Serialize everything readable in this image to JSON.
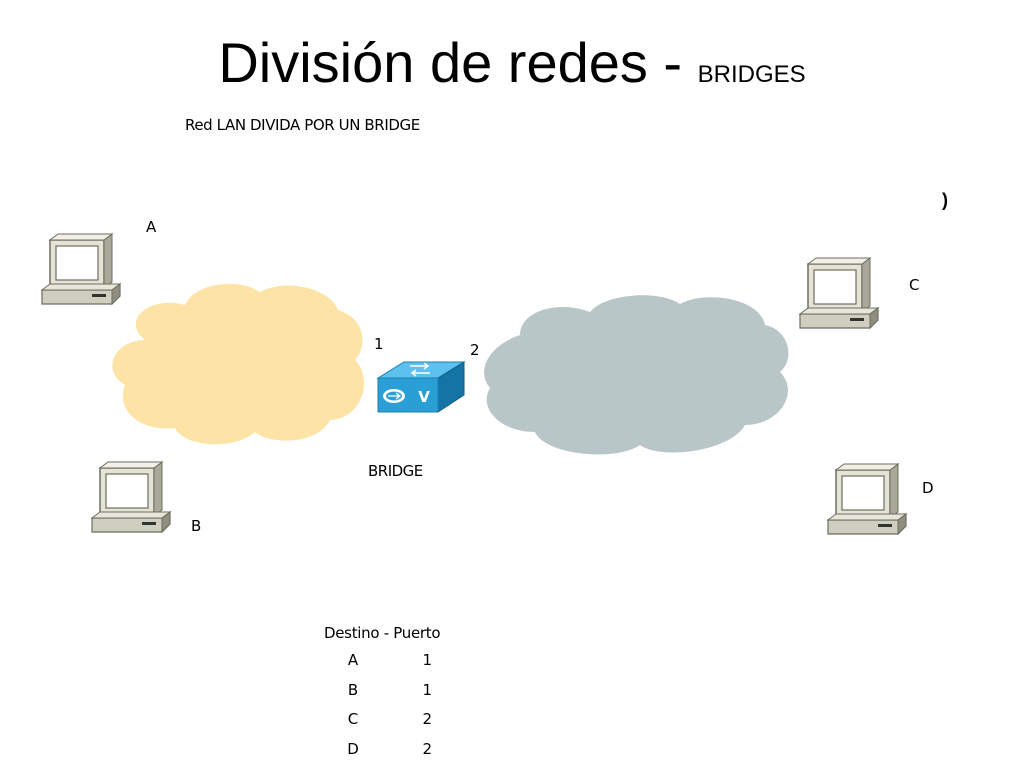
{
  "slide": {
    "title_main": "División de redes - ",
    "title_small": "BRIDGES",
    "subtitle": "Red LAN DIVIDA POR UN BRIDGE"
  },
  "diagram": {
    "hosts": {
      "a": "A",
      "b": "B",
      "c": "C",
      "d": "D"
    },
    "ports": {
      "p1": "1",
      "p2": "2"
    },
    "bridge_label": "BRIDGE",
    "bridge_icon_letter": "V",
    "edge_mark": ")",
    "colors": {
      "lan_left": "#fde4a6",
      "lan_right": "#b8c6c8",
      "bridge": "#2a9fd6",
      "pc_body": "#d4d4c4"
    }
  },
  "table": {
    "header": "Destino - Puerto",
    "rows": [
      {
        "dest": "A",
        "port": "1"
      },
      {
        "dest": "B",
        "port": "1"
      },
      {
        "dest": "C",
        "port": "2"
      },
      {
        "dest": "D",
        "port": "2"
      }
    ]
  }
}
